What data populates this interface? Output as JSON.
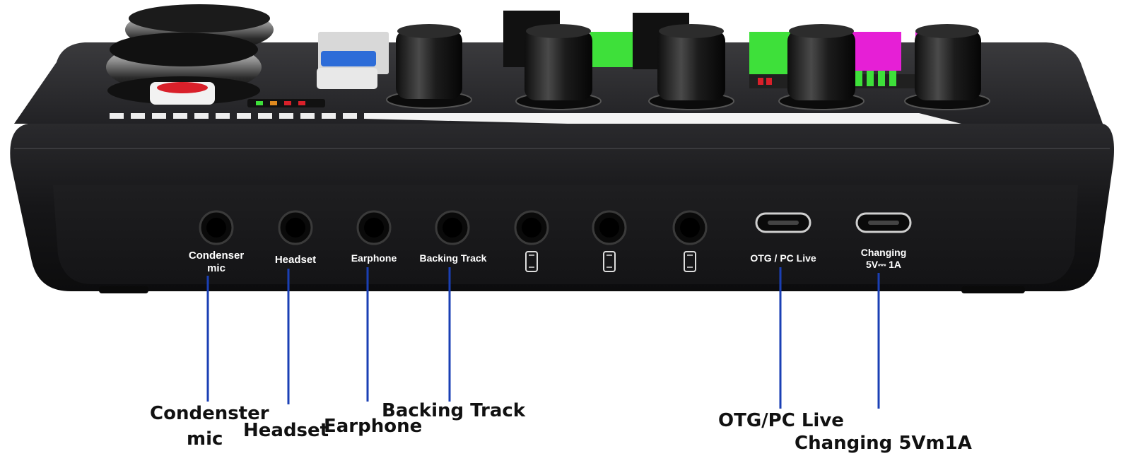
{
  "device_labels": {
    "condenser_mic": [
      "Condenser",
      "mic"
    ],
    "headset": "Headset",
    "earphone": "Earphone",
    "backing_track": "Backing Track",
    "otg_pc_live": "OTG / PC Live",
    "changing": [
      "Changing",
      "5V⎓ 1A"
    ]
  },
  "callouts": {
    "condenster": "Condenster",
    "mic": "mic",
    "headset": "Headset",
    "earphone": "Earphone",
    "backing_track": "Backing Track",
    "otg_pc_live": "OTG/PC Live",
    "changing": "Changing 5Vm1A"
  },
  "colors": {
    "device_body": "#1c1c1e",
    "leader_line": "#1a3fb4",
    "label_text": "#ffffff",
    "callout_text": "#111111",
    "meter_green": "#3ee03a",
    "meter_magenta": "#e61fd6",
    "accent_red": "#d9202a"
  },
  "icons": {
    "audio_jack": "jack-port-icon",
    "usb_c": "usb-c-port-icon",
    "phone": "phone-icon"
  }
}
